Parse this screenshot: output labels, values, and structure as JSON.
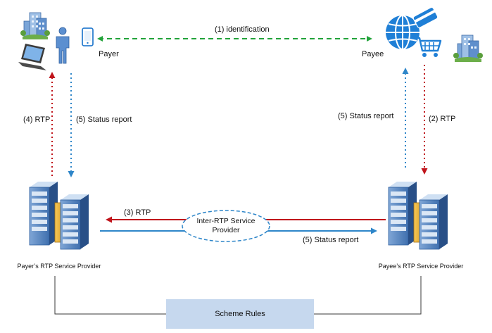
{
  "labels": {
    "identification": "(1) identification",
    "payer": "Payer",
    "payee": "Payee",
    "rtp_left": "(4) RTP",
    "status_left": "(5) Status report",
    "status_right_top": "(5) Status report",
    "rtp_right": "(2) RTP",
    "rtp_middle": "(3) RTP",
    "inter_rtp_line1": "Inter-RTP Service",
    "inter_rtp_line2": "Provider",
    "status_bottom": "(5) Status report",
    "payer_provider": "Payer’s RTP Service Provider",
    "payee_provider": "Payee’s RTP Service Provider",
    "scheme_rules": "Scheme Rules"
  },
  "colors": {
    "green_arrow": "#22a33a",
    "red_arrow": "#c0141b",
    "blue_arrow": "#2e86c9",
    "scheme_box": "#c6d8ee",
    "connector": "#3a3a3a"
  },
  "icons": [
    "building-icon",
    "person-icon",
    "smartphone-icon",
    "laptop-icon",
    "globe-cart-icon",
    "server-icon"
  ]
}
